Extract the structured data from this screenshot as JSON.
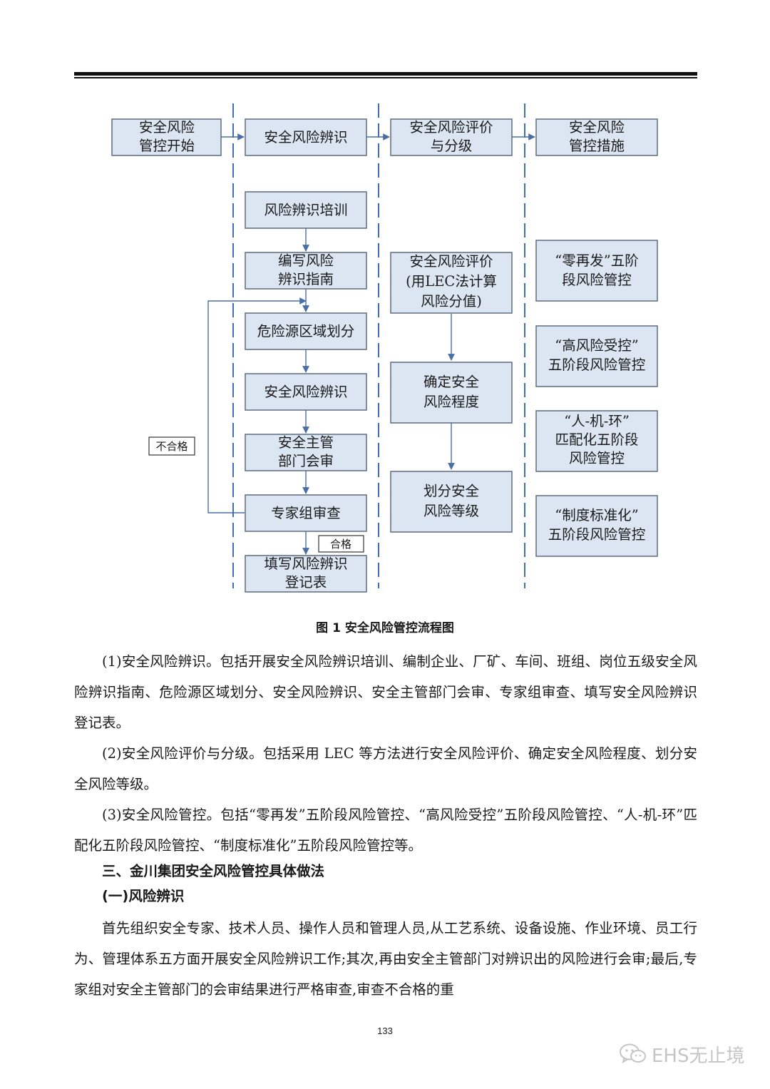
{
  "flowchart": {
    "start": [
      "安全风险",
      "管控开始"
    ],
    "col1_header": [
      "安全风险辨识"
    ],
    "col2_header": [
      "安全风险评价",
      "与分级"
    ],
    "col3_header": [
      "安全风险",
      "管控措施"
    ],
    "col1_steps": [
      [
        "风险辨识培训"
      ],
      [
        "编写风险",
        "辨识指南"
      ],
      [
        "危险源区域划分"
      ],
      [
        "安全风险辨识"
      ],
      [
        "安全主管",
        "部门会审"
      ],
      [
        "专家组审查"
      ],
      [
        "填写风险辨识",
        "登记表"
      ]
    ],
    "col2_steps": [
      [
        "安全风险评价",
        "(用LEC法计算",
        "风险分值)"
      ],
      [
        "确定安全",
        "风险程度"
      ],
      [
        "划分安全",
        "风险等级"
      ]
    ],
    "col3_items": [
      [
        "“零再发”五阶",
        "段风险管控"
      ],
      [
        "“高风险受控”",
        "五阶段风险管控"
      ],
      [
        "“人-机-环”",
        "匹配化五阶段",
        "风险管控"
      ],
      [
        "“制度标准化”",
        "五阶段风险管控"
      ]
    ],
    "fail_label": "不合格",
    "pass_label": "合格"
  },
  "caption": "图 1   安全风险管控流程图",
  "paragraphs": [
    "(1)安全风险辨识。包括开展安全风险辨识培训、编制企业、厂矿、车间、班组、岗位五级安全风险辨识指南、危险源区域划分、安全风险辨识、安全主管部门会审、专家组审查、填写安全风险辨识登记表。",
    "(2)安全风险评价与分级。包括采用 LEC 等方法进行安全风险评价、确定安全风险程度、划分安全风险等级。",
    "(3)安全风险管控。包括“零再发”五阶段风险管控、“高风险受控”五阶段风险管控、“人-机-环”匹配化五阶段风险管控、“制度标准化”五阶段风险管控等。"
  ],
  "heading1": "三、金川集团安全风险管控具体做法",
  "heading2": "(一)风险辨识",
  "paragraph4": "首先组织安全专家、技术人员、操作人员和管理人员,从工艺系统、设备设施、作业环境、员工行为、管理体系五方面开展安全风险辨识工作;其次,再由安全主管部门对辨识出的风险进行会审;最后,专家组对安全主管部门的会审结果进行严格审查,审查不合格的重",
  "page_number": "133",
  "watermark": {
    "text": "EHS无止境",
    "icon": "wechat-icon"
  }
}
